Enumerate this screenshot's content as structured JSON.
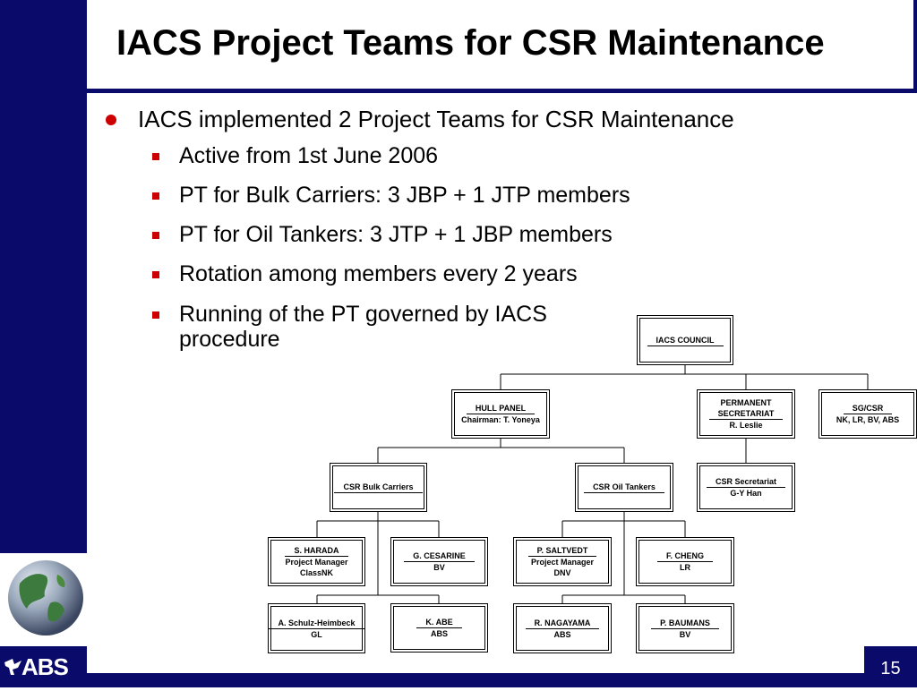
{
  "title": "IACS Project Teams for CSR Maintenance",
  "main_bullet": "IACS implemented 2 Project Teams for CSR Maintenance",
  "sub_bullets": [
    "Active from 1st June 2006",
    "PT for Bulk Carriers: 3 JBP + 1 JTP members",
    "PT for Oil Tankers: 3 JTP + 1 JBP members",
    "Rotation among members every 2 years",
    "Running of the PT governed by IACS",
    "procedure"
  ],
  "org": {
    "council": "IACS COUNCIL",
    "hull_panel": {
      "name": "HULL PANEL",
      "line2": "Chairman: T. Yoneya"
    },
    "perm_sec": {
      "line1": "PERMANENT",
      "name": "SECRETARIAT",
      "line3": "R. Leslie"
    },
    "sg_csr": {
      "name": "SG/CSR",
      "line2": "NK, LR, BV, ABS"
    },
    "csr_bulk": "CSR Bulk Carriers",
    "csr_oil": "CSR Oil Tankers",
    "csr_sec": {
      "name": "CSR Secretariat",
      "line2": "G-Y Han"
    },
    "harada": {
      "name": "S. HARADA",
      "line2": "Project Manager",
      "line3": "ClassNK"
    },
    "cesarine": {
      "name": "G. CESARINE",
      "line2": "BV"
    },
    "saltvedt": {
      "name": "P. SALTVEDT",
      "line2": "Project Manager",
      "line3": "DNV"
    },
    "cheng": {
      "name": "F. CHENG",
      "line2": "LR"
    },
    "schulz": {
      "name": "A. Schulz-Heimbeck",
      "line2": "GL"
    },
    "abe": {
      "name": "K. ABE",
      "line2": "ABS"
    },
    "nagayama": {
      "name": "R. NAGAYAMA",
      "line2": "ABS"
    },
    "baumans": {
      "name": "P. BAUMANS",
      "line2": "BV"
    }
  },
  "logo_text": "ABS",
  "page_number": "15",
  "colors": {
    "navy": "#0a0a6b",
    "bullet_red": "#cc0000"
  }
}
